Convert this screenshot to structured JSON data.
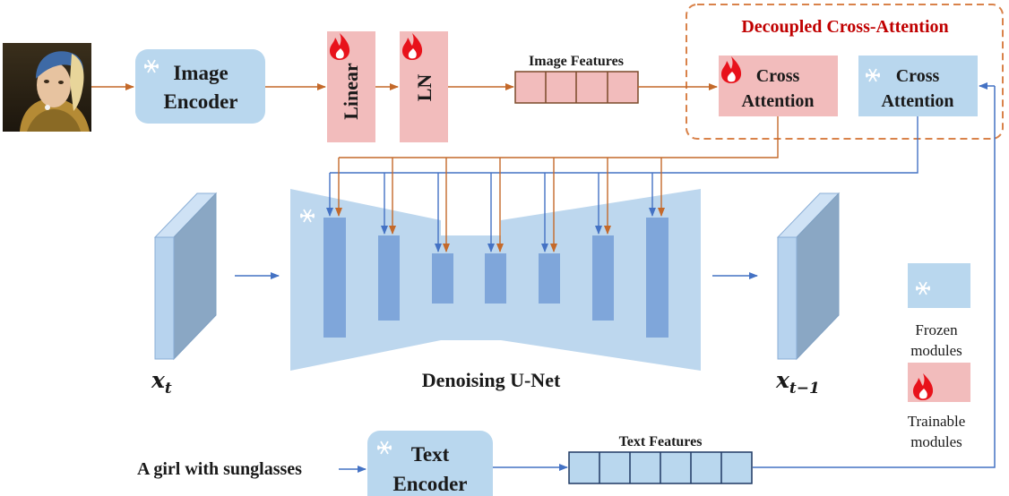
{
  "image_encoder": {
    "line1": "Image",
    "line2": "Encoder"
  },
  "linear": {
    "label": "Linear"
  },
  "ln": {
    "label": "LN"
  },
  "image_features": {
    "label": "Image Features"
  },
  "decoupled": {
    "title": "Decoupled Cross-Attention",
    "trainable_block": {
      "line1": "Cross",
      "line2": "Attention"
    },
    "frozen_block": {
      "line1": "Cross",
      "line2": "Attention"
    }
  },
  "unet": {
    "label": "Denoising U-Net"
  },
  "latents": {
    "input": "x",
    "input_sub": "t",
    "output": "x",
    "output_sub": "t−1"
  },
  "text_prompt": "A girl with sunglasses",
  "text_encoder": {
    "line1": "Text",
    "line2": "Encoder"
  },
  "text_features": {
    "label": "Text Features"
  },
  "legend": {
    "frozen_line1": "Frozen",
    "frozen_line2": "modules",
    "trainable_line1": "Trainable",
    "trainable_line2": "modules"
  },
  "colors": {
    "frozen": "#b9d7ee",
    "trainable": "#f2bcbc",
    "unet_shape": "#bdd7ee",
    "unet_block": "#7fa6da",
    "orange_arrow": "#c4692a",
    "blue_arrow": "#4472c4",
    "title_red": "#c00000",
    "dashed_border": "#d9824a"
  }
}
